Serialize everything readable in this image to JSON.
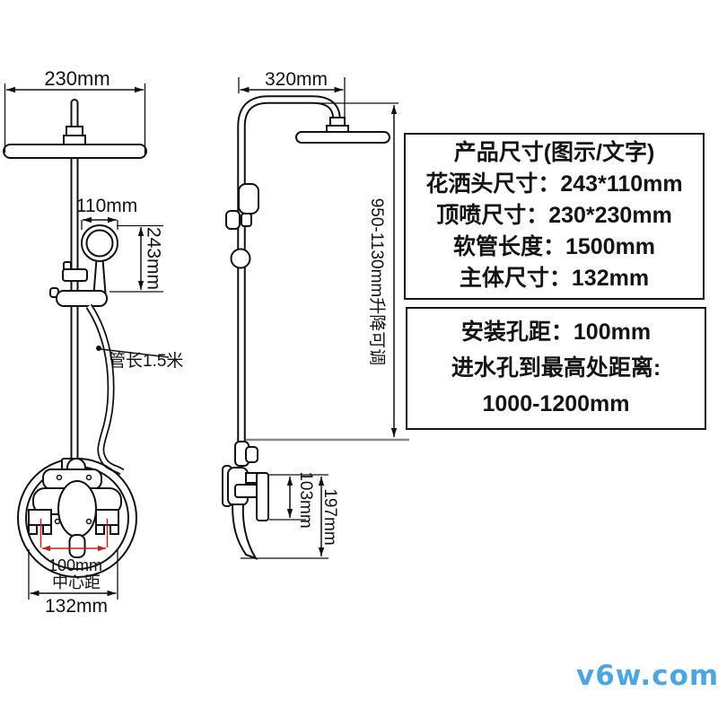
{
  "front_view": {
    "top_width": "230mm",
    "hand_shower_width": "110mm",
    "hand_shower_height": "243mm",
    "hose_note": "管长1.5米",
    "center_distance_value": "100mm",
    "center_distance_label": "中心距",
    "body_width": "132mm"
  },
  "side_view": {
    "arm_width": "320mm",
    "height_adjust": "950-1130mm升降可调",
    "spout_inner_height": "103mm",
    "spout_outer_height": "197mm"
  },
  "spec_box_primary": {
    "title": "产品尺寸(图示/文字)",
    "rows": [
      "花洒头尺寸：243*110mm",
      "顶喷尺寸：230*230mm",
      "软管长度：1500mm",
      "主体尺寸：132mm"
    ]
  },
  "spec_box_secondary": {
    "rows": [
      "安装孔距：100mm",
      "进水孔到最高处距离:",
      "1000-1200mm"
    ]
  },
  "watermark": {
    "text": "v6w.com"
  },
  "colors": {
    "line": "#111111",
    "red_dim": "#c4co22",
    "ext_gray": "#8a8a8a",
    "watermark_blue": "#4fa6de"
  }
}
